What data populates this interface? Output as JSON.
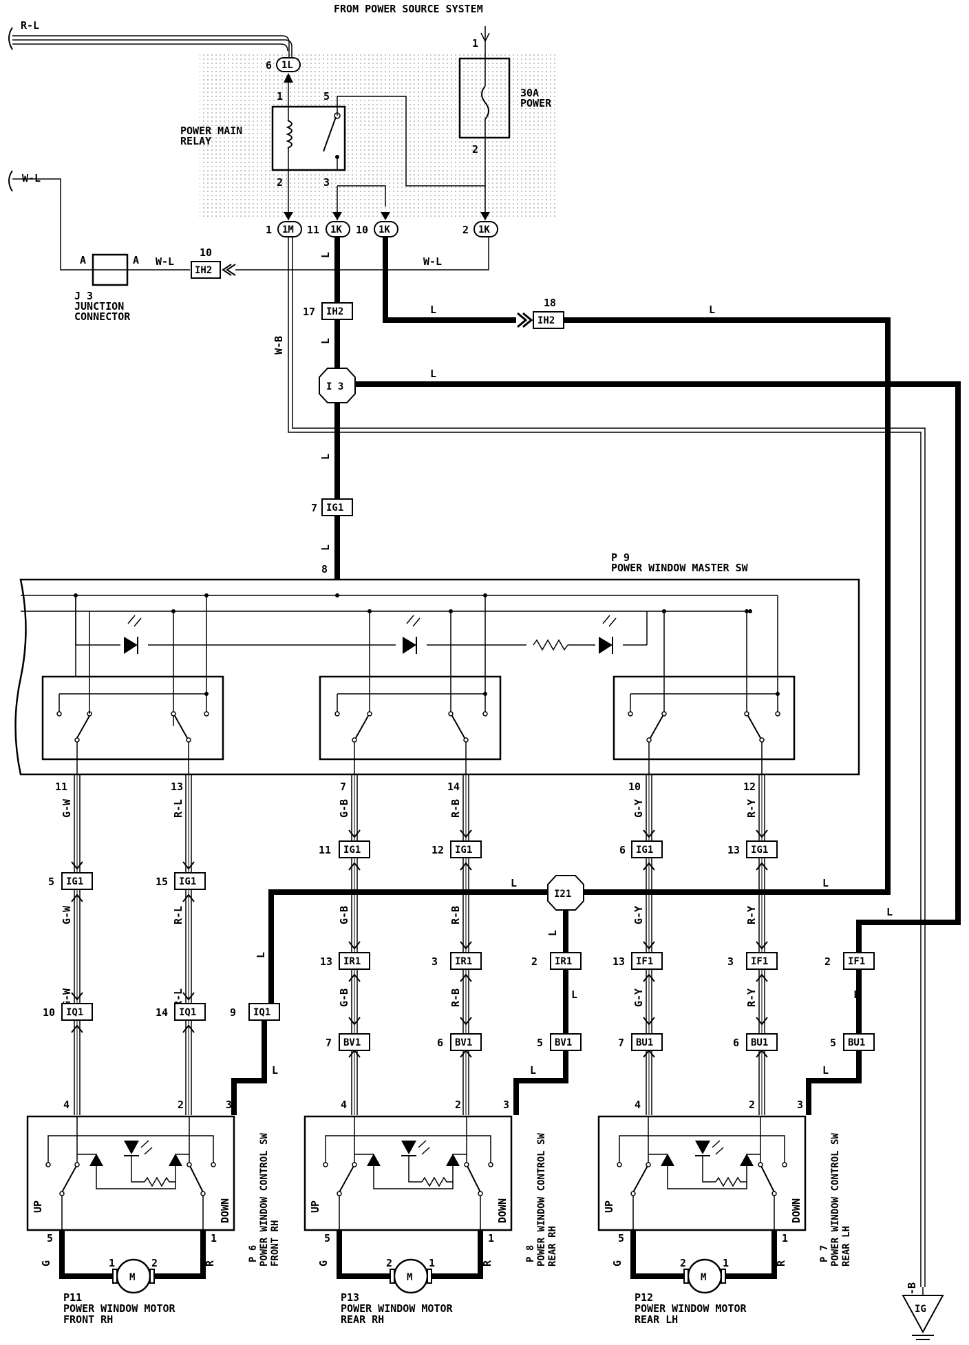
{
  "header": "FROM POWER SOURCE SYSTEM",
  "relay": {
    "label1": "POWER MAIN",
    "label2": "RELAY",
    "pins": [
      "1",
      "5",
      "2",
      "3"
    ]
  },
  "fuse": {
    "label1": "30A",
    "label2": "POWER",
    "pins": [
      "1",
      "2"
    ]
  },
  "junction": {
    "id": "J 3",
    "label1": "JUNCTION",
    "label2": "CONNECTOR",
    "pinA1": "A",
    "pinA2": "A"
  },
  "connectors": {
    "c1L": {
      "pin": "6",
      "name": "1L"
    },
    "c1M": {
      "pin": "1",
      "name": "1M"
    },
    "c1K_11": {
      "pin": "11",
      "name": "1K"
    },
    "c1K_10": {
      "pin": "10",
      "name": "1K"
    },
    "c1K_2": {
      "pin": "2",
      "name": "1K"
    },
    "ih2_10": {
      "pin": "10",
      "name": "IH2"
    },
    "ih2_17": {
      "pin": "17",
      "name": "IH2"
    },
    "ih2_18": {
      "pin": "18",
      "name": "IH2"
    },
    "i3": {
      "name": "I 3"
    },
    "ig1_7": {
      "pin": "7",
      "name": "IG1"
    },
    "i21": {
      "name": "I21"
    },
    "ground": {
      "name": "IG"
    }
  },
  "wires": {
    "rl": "R-L",
    "wl": "W-L",
    "wb": "W-B",
    "l": "L",
    "gw": "G-W",
    "gb": "G-B",
    "rb": "R-B",
    "gy": "G-Y",
    "ry": "R-Y",
    "g": "G",
    "r": "R"
  },
  "master": {
    "id": "P 9",
    "label": "POWER WINDOW MASTER SW",
    "pin8": "8",
    "outPins": [
      "11",
      "13",
      "7",
      "14",
      "10",
      "12"
    ]
  },
  "columns": [
    {
      "c1": "5",
      "n1": "IG1",
      "c2": "15",
      "n2": "IG1"
    },
    {
      "c1": "11",
      "n1": "IG1",
      "c2": "12",
      "n2": "IG1"
    },
    {
      "c1": "6",
      "n1": "IG1",
      "c2": "13",
      "n2": "IG1"
    }
  ],
  "rowB": [
    {
      "p": "10",
      "n": "IQ1"
    },
    {
      "p": "14",
      "n": "IQ1"
    },
    {
      "p": "9",
      "n": "IQ1"
    },
    {
      "p": "13",
      "n": "IR1"
    },
    {
      "p": "3",
      "n": "IR1"
    },
    {
      "p": "2",
      "n": "IR1"
    },
    {
      "p": "13",
      "n": "IF1"
    },
    {
      "p": "3",
      "n": "IF1"
    },
    {
      "p": "2",
      "n": "IF1"
    }
  ],
  "rowC": [
    {
      "p": "7",
      "n": "BV1"
    },
    {
      "p": "6",
      "n": "BV1"
    },
    {
      "p": "5",
      "n": "BV1"
    },
    {
      "p": "7",
      "n": "BU1"
    },
    {
      "p": "6",
      "n": "BU1"
    },
    {
      "p": "5",
      "n": "BU1"
    }
  ],
  "switches": [
    {
      "id": "P 6",
      "title": "POWER WINDOW CONTROL SW",
      "side": "FRONT RH",
      "up": "UP",
      "down": "DOWN",
      "pins": [
        "4",
        "2",
        "3",
        "5",
        "1"
      ]
    },
    {
      "id": "P 8",
      "title": "POWER WINDOW CONTROL SW",
      "side": "REAR RH",
      "up": "UP",
      "down": "DOWN",
      "pins": [
        "4",
        "2",
        "3",
        "5",
        "1"
      ]
    },
    {
      "id": "P 7",
      "title": "POWER WINDOW CONTROL SW",
      "side": "REAR LH",
      "up": "UP",
      "down": "DOWN",
      "pins": [
        "4",
        "2",
        "3",
        "5",
        "1"
      ]
    }
  ],
  "motors": [
    {
      "id": "P11",
      "label": "POWER WINDOW MOTOR",
      "side": "FRONT RH",
      "m": "M",
      "p1": "1",
      "p2": "2"
    },
    {
      "id": "P13",
      "label": "POWER WINDOW MOTOR",
      "side": "REAR RH",
      "m": "M",
      "p1": "2",
      "p2": "1"
    },
    {
      "id": "P12",
      "label": "POWER WINDOW MOTOR",
      "side": "REAR LH",
      "m": "M",
      "p1": "2",
      "p2": "1"
    }
  ]
}
